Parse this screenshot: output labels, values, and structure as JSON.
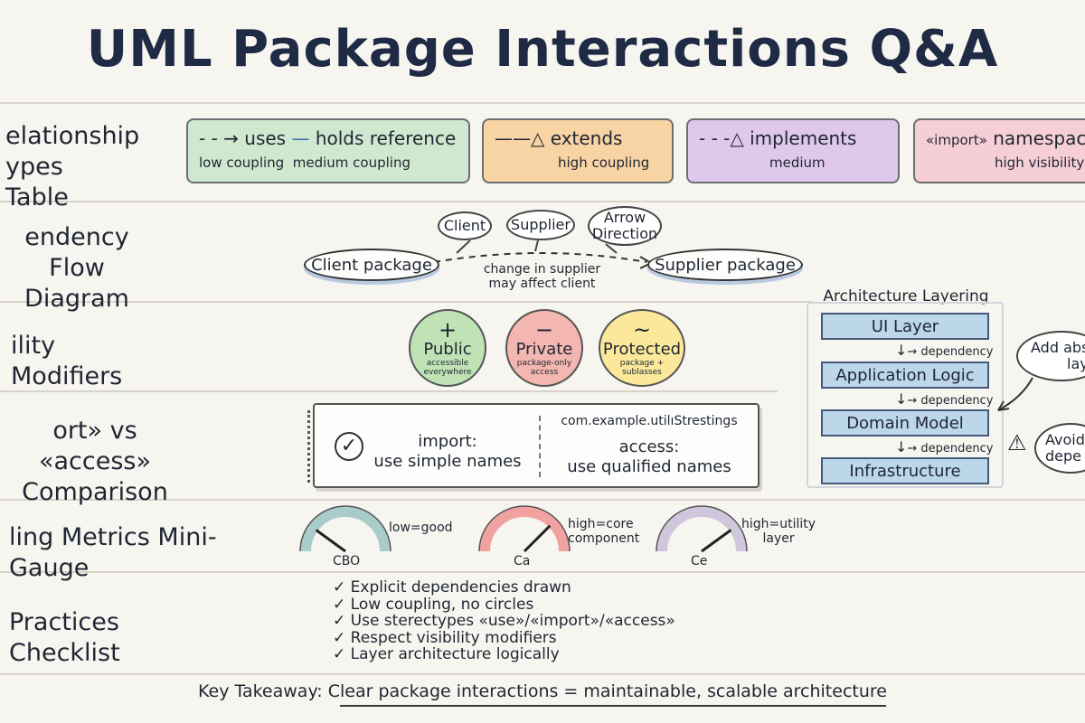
{
  "title": "UML Package Interactions Q&A",
  "rows": {
    "relationship": [
      "elationship",
      "ypes Table"
    ],
    "flow": [
      "endency Flow",
      "Diagram"
    ],
    "visibility": [
      "ility Modifiers"
    ],
    "comparison": [
      "ort» vs «access»",
      "Comparison"
    ],
    "metrics": [
      "ling Metrics Mini-Gauge"
    ],
    "practices": [
      "Practices Checklist"
    ]
  },
  "relationship_cards": [
    {
      "symbol": "- - →",
      "label": "uses",
      "symbol2": "—",
      "label2": "holds reference",
      "sub": "low coupling",
      "sub2": "medium coupling",
      "color": "#cfe8cf"
    },
    {
      "symbol": "——△",
      "label": "extends",
      "sub": "high coupling",
      "color": "#f8d3a3"
    },
    {
      "symbol": "- - -△",
      "label": "implements",
      "sub": "medium",
      "color": "#dfc8ec"
    },
    {
      "symbol": "«import»",
      "label": "namespace",
      "sub": "high visibility",
      "color": "#f6cfd6"
    }
  ],
  "flow": {
    "client_package": "Client package",
    "supplier_package": "Supplier package",
    "bubble_client": "Client",
    "bubble_supplier": "Supplier",
    "bubble_arrow": [
      "Arrow",
      "Direction"
    ],
    "note": [
      "change in supplier",
      "may affect client"
    ]
  },
  "visibility": [
    {
      "symbol": "+",
      "name": "Public",
      "desc": [
        "accessible",
        "everywhere"
      ],
      "color": "#bfe3b4"
    },
    {
      "symbol": "−",
      "name": "Private",
      "desc": [
        "package-only",
        "access"
      ],
      "color": "#f4b6b0"
    },
    {
      "symbol": "~",
      "name": "Protected",
      "desc": [
        "package + sublasses"
      ],
      "color": "#fbe89a"
    }
  ],
  "comparison": {
    "left_title": "import:",
    "left_sub": "use simple names",
    "path": "com.example.utilıStrestings",
    "right_title": "access:",
    "right_sub": "use qualified names"
  },
  "architecture": {
    "title": "Architecture Layering",
    "layers": [
      "UI Layer",
      "Application Logic",
      "Domain Model",
      "Infrastructure"
    ],
    "dependency_label": "→ dependency",
    "callout_top": [
      "Add abs",
      "lay"
    ],
    "callout_bottom": [
      "Avoid",
      "depe"
    ]
  },
  "gauges": [
    {
      "name": "CBO",
      "note": [
        "low=good"
      ],
      "level": 0.2,
      "color": "#a9cbc9"
    },
    {
      "name": "Ca",
      "note": [
        "high=core",
        "component"
      ],
      "level": 0.75,
      "color": "#f0a2a0"
    },
    {
      "name": "Ce",
      "note": [
        "high=utility",
        "layer"
      ],
      "level": 0.8,
      "color": "#cfc8dc"
    }
  ],
  "checklist": [
    "✓ Explicit dependencies drawn",
    "✓ Low coupling, no circles",
    "✓ Use sterectypes «use»/«import»/«access»",
    "✓ Respect visibility modifiers",
    "✓ Layer architecture logically"
  ],
  "takeaway": "Key Takeaway: Clear package interactions = maintainable, scalable architecture"
}
